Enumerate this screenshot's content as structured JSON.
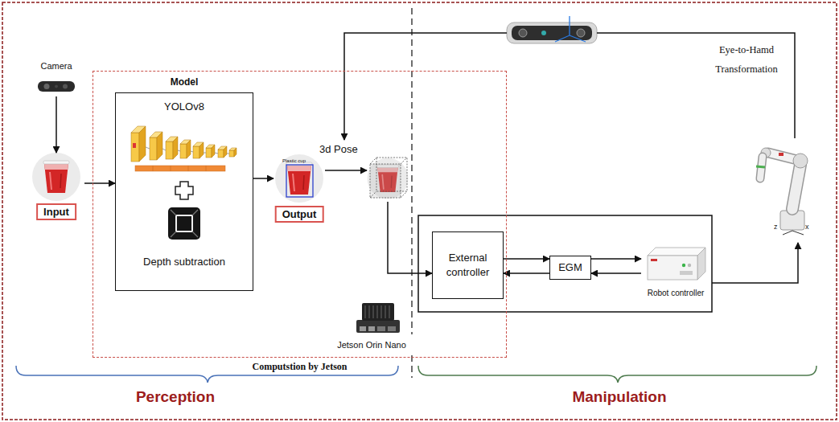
{
  "diagram": {
    "nodes": [
      {
        "text": [
          "Camera"
        ]
      },
      {
        "text": [
          "Input"
        ]
      },
      {
        "text": [
          "Computstion by Jetson"
        ]
      },
      {
        "text": [
          "Model",
          "YOLOv8",
          "Depth subtraction"
        ],
        "in": 2
      },
      {
        "text": [
          "Output"
        ],
        "in": 2
      },
      {
        "text": [
          "3d Pose"
        ],
        "in": 2
      },
      {
        "text": [
          "Jetson Orin Nano"
        ],
        "in": 2
      },
      {
        "text": [
          "External controller"
        ]
      },
      {
        "text": [
          "EGM"
        ]
      },
      {
        "text": [
          "Robot controller"
        ]
      }
    ],
    "edges": [
      {
        "from": 0,
        "to": 1,
        "arrow": "to"
      },
      {
        "from": 1,
        "to": 3,
        "arrow": "to"
      },
      {
        "from": 3,
        "to": 4,
        "arrow": "to"
      },
      {
        "from": 4,
        "to": 5,
        "arrow": "to"
      },
      {
        "from": 5,
        "to": 7,
        "arrow": "to"
      },
      {
        "from": 7,
        "to": 8,
        "arrow": "to"
      },
      {
        "from": 8,
        "to": 7,
        "arrow": "to"
      },
      {
        "from": 8,
        "to": 9,
        "arrow": "to"
      },
      {
        "from": 9,
        "to": 8,
        "arrow": "to"
      }
    ],
    "labels": [
      "Plastic cup",
      "Eye-to-Hamd Transformation",
      "z",
      "x",
      "Perception",
      "Manipulation"
    ]
  }
}
